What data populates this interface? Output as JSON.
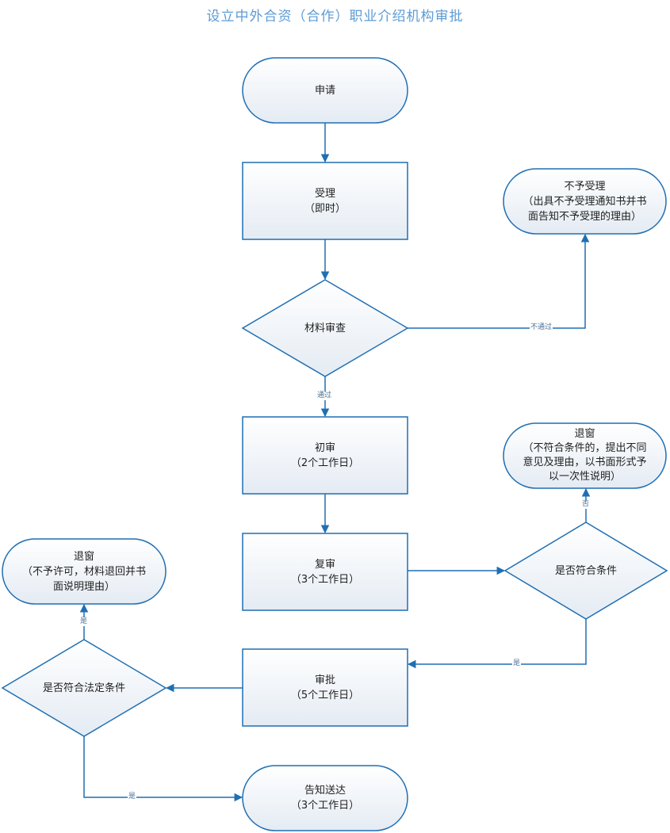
{
  "title": "设立中外合资（合作）职业介绍机构审批",
  "colors": {
    "stroke": "#1f6fb3",
    "fill_top": "#ffffff",
    "fill_bottom": "#e4ebf3",
    "title": "#5b9bd5"
  },
  "nodes": {
    "apply": {
      "line1": "申请"
    },
    "accept": {
      "line1": "受理",
      "line2": "（即时）"
    },
    "reject_accept": {
      "line1": "不予受理",
      "line2": "（出具不予受理通知书并书",
      "line3": "面告知不予受理的理由）"
    },
    "material_review": {
      "line1": "材料审查"
    },
    "first_review": {
      "line1": "初审",
      "line2": "（2个工作日）"
    },
    "return_1": {
      "line1": "退窗",
      "line2": "（不符合条件的，提出不同",
      "line3": "意见及理由，以书面形式予",
      "line4": "以一次性说明）"
    },
    "second_review": {
      "line1": "复审",
      "line2": "（3个工作日）"
    },
    "meets_conditions": {
      "line1": "是否符合条件"
    },
    "return_2": {
      "line1": "退窗",
      "line2": "（不予许可，材料退回并书",
      "line3": "面说明理由）"
    },
    "approval": {
      "line1": "审批",
      "line2": "（5个工作日）"
    },
    "meets_legal": {
      "line1": "是否符合法定条件"
    },
    "notify": {
      "line1": "告知送达",
      "line2": "（3个工作日）"
    }
  },
  "edge_labels": {
    "not_pass": "不通过",
    "pass": "通过",
    "no": "否",
    "yes_1": "是",
    "yes_2": "是",
    "yes_3": "是"
  }
}
